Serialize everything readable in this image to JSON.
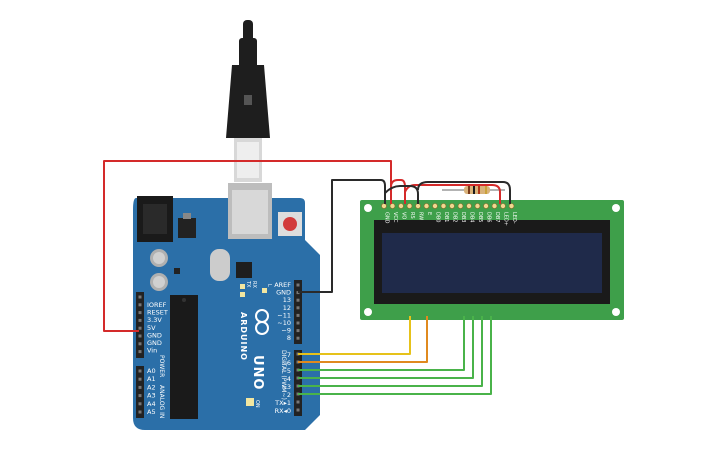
{
  "arduino": {
    "brand": "ARDUINO",
    "model": "UNO",
    "power_header": [
      "IOREF",
      "RESET",
      "3.3V",
      "5V",
      "GND",
      "GND",
      "Vin"
    ],
    "power_label": "POWER",
    "analog_header": [
      "A0",
      "A1",
      "A2",
      "A3",
      "A4",
      "A5"
    ],
    "analog_label": "ANALOG IN",
    "top_header": [
      "AREF",
      "GND",
      "13",
      "12",
      "~11",
      "~10",
      "~9",
      "8"
    ],
    "digital_header": [
      "7",
      "~6",
      "~5",
      "4",
      "~3",
      "2",
      "TX▸1",
      "RX◂0"
    ],
    "digital_label": "DIGITAL (PWM~)",
    "leds": [
      "TX",
      "RX",
      "L"
    ],
    "on_label": "ON"
  },
  "lcd": {
    "pins": [
      "GND",
      "VCC",
      "VO",
      "RS",
      "RW",
      "E",
      "DB0",
      "DB1",
      "DB2",
      "DB3",
      "DB4",
      "DB5",
      "DB6",
      "DB7",
      "LED+",
      "LED-"
    ]
  },
  "colors": {
    "board": "#2b6fa8",
    "lcd_pcb": "#3e9f4a",
    "lcd_screen": "#1f2a4a",
    "wire_red": "#d42a2a",
    "wire_black": "#2a2a2a",
    "wire_yellow": "#e6c21a",
    "wire_orange": "#e08a1f",
    "wire_green": "#4ab34a"
  }
}
